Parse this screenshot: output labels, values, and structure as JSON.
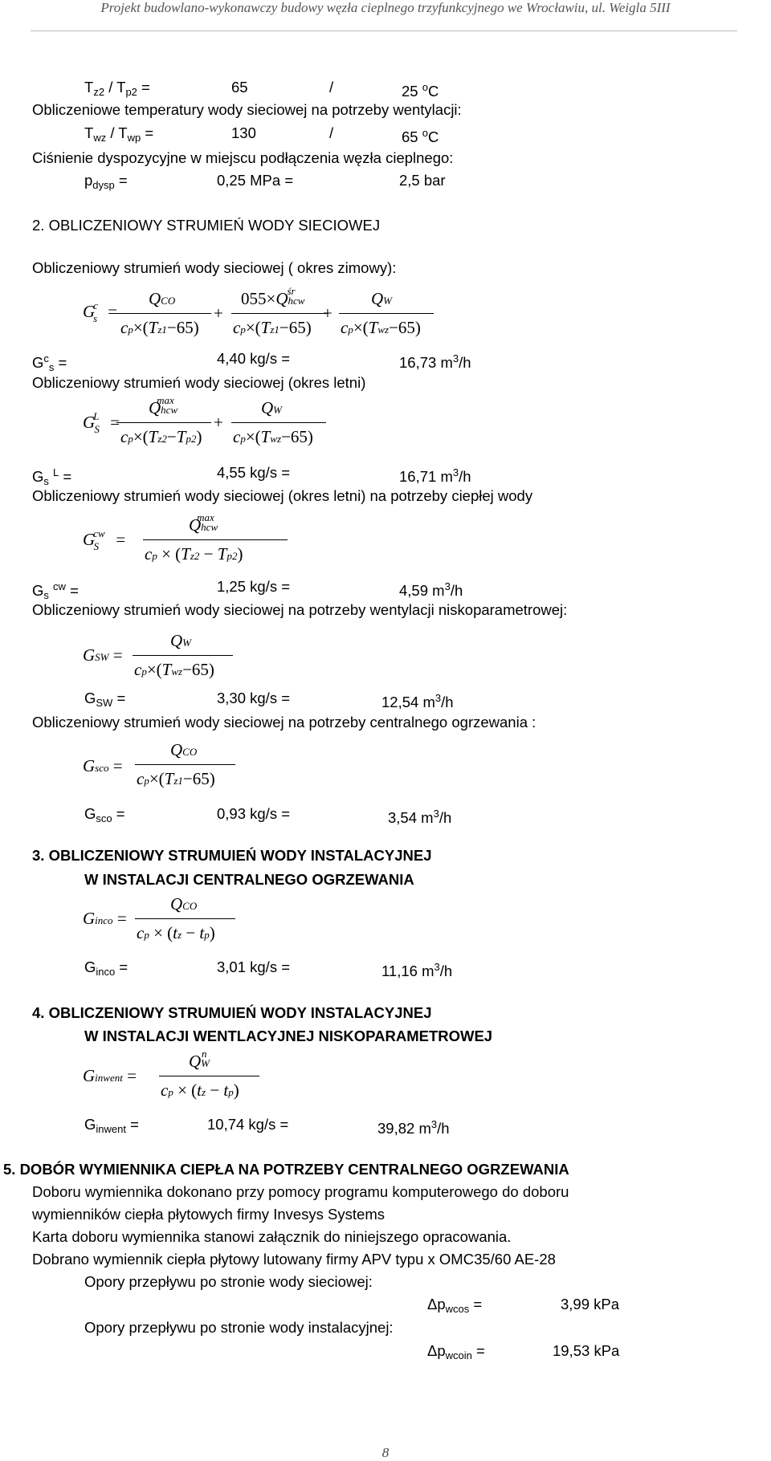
{
  "header": "Projekt budowlano-wykonawczy budowy węzła cieplnego trzyfunkcyjnego we Wrocławiu, ul. Weigla 5III",
  "params": {
    "tz2_label": "T",
    "tz2_sub": "z2",
    "sep1": "/ T",
    "tp2_sub": "p2",
    "eq": "=",
    "tz2_val": "65",
    "slash": "/",
    "tp2_val": "25",
    "deg": "o",
    "unit_c": "C",
    "vent_title": "Obliczeniowe temperatury wody sieciowej na potrzeby wentylacji:",
    "twz_label": "T",
    "twz_sub": "wz",
    "sep2": "/ T",
    "twp_sub": "wp",
    "twz_val": "130",
    "twp_val": "65",
    "press_title": "Ciśnienie dyspozycyjne w miejscu podłączenia węzła cieplnego:",
    "p_label": "p",
    "p_sub": "dysp",
    "p_val1": "0,25 MPa =",
    "p_val2": "2,5",
    "p_unit": "bar"
  },
  "s2": {
    "heading": "2. OBLICZENIOWY STRUMIEŃ WODY SIECIOWEJ",
    "winter_title": "Obliczeniowy strumień wody sieciowej ( okres zimowy):",
    "gcs_label": "G",
    "gcs_sup": "c",
    "gcs_sub": "s",
    "gcs_kg": "4,40 kg/s =",
    "gcs_m3": "16,73",
    "summer_title": "Obliczeniowy strumień wody sieciowej (okres letni)",
    "gls_label": "G",
    "gls_sub": "s",
    "gls_sup": "L",
    "gls_kg": "4,55 kg/s =",
    "gls_m3": "16,71",
    "cw_title": "Obliczeniowy strumień wody sieciowej (okres letni) na potrzeby ciepłej wody",
    "gcw_label": "G",
    "gcw_sub": "s",
    "gcw_sup": "cw",
    "gcw_kg": "1,25 kg/s =",
    "gcw_m3": "4,59",
    "vent_title": "Obliczeniowy strumień wody sieciowej na potrzeby wentylacji niskoparametrowej:",
    "gsw_label": "G",
    "gsw_sub": "SW",
    "gsw_kg": "3,30 kg/s =",
    "gsw_m3": "12,54",
    "co_title": "Obliczeniowy strumień wody sieciowej na potrzeby centralnego ogrzewania :",
    "gsco_label": "G",
    "gsco_sub": "sco",
    "gsco_kg": "0,93 kg/s =",
    "gsco_m3": "3,54"
  },
  "s3": {
    "heading1": "3. OBLICZENIOWY STRUMUIEŃ WODY INSTALACYJNEJ",
    "heading2": "W INSTALACJI CENTRALNEGO OGRZEWANIA",
    "label": "G",
    "sub": "inco",
    "kg": "3,01 kg/s =",
    "m3": "11,16"
  },
  "s4": {
    "heading1": "4. OBLICZENIOWY STRUMUIEŃ WODY INSTALACYJNEJ",
    "heading2": "W INSTALACJI WENTLACYJNEJ NISKOPARAMETROWEJ",
    "label": "G",
    "sub": "inwent",
    "kg": "10,74 kg/s =",
    "m3": "39,82"
  },
  "s5": {
    "heading": "5. DOBÓR WYMIENNIKA CIEPŁA NA POTRZEBY CENTRALNEGO OGRZEWANIA",
    "line1": "Doboru wymiennika dokonano przy pomocy programu komputerowego do doboru",
    "line2": "wymienników ciepła płytowych firmy Invesys Systems",
    "line3": "Karta doboru wymiennika stanowi załącznik do niniejszego opracowania.",
    "line4": "Dobrano wymiennik ciepła płytowy lutowany firmy APV typu x OMC35/60 AE-28",
    "opory1": "Opory przepływu po stronie wody sieciowej:",
    "dp1_label": "Δp",
    "dp1_sub": "wcos",
    "dp1_eq": "=",
    "dp1_val": "3,99",
    "dp1_unit": "kPa",
    "opory2": "Opory przepływu po stronie wody instalacyjnej:",
    "dp2_label": "Δp",
    "dp2_sub": "wcoin",
    "dp2_eq": "=",
    "dp2_val": "19,53",
    "dp2_unit": "kPa"
  },
  "units": {
    "m": "m",
    "three": "3",
    "per_h": "/h",
    "eq": "="
  },
  "formula": {
    "G": "G",
    "Q": "Q",
    "c": "c",
    "p": "p",
    "T": "T",
    "t": "t",
    "CO": "CO",
    "W": "W",
    "hcw": "hcw",
    "max": "max",
    "sr": "śr",
    "z1": "z1",
    "z2": "z2",
    "p2": "p2",
    "wz": "wz",
    "z": "z",
    "n": "n",
    "c_sup": "c",
    "s": "s",
    "L": "L",
    "S": "S",
    "cw": "cw",
    "SW": "SW",
    "sco": "sco",
    "inco": "inco",
    "inwent": "inwent",
    "num_055": "055",
    "plus": "+",
    "minus": "−",
    "times": "×",
    "lp": "(",
    "rp": ")",
    "t65": "65",
    "lp_65": "−65)"
  },
  "page_number": "8"
}
